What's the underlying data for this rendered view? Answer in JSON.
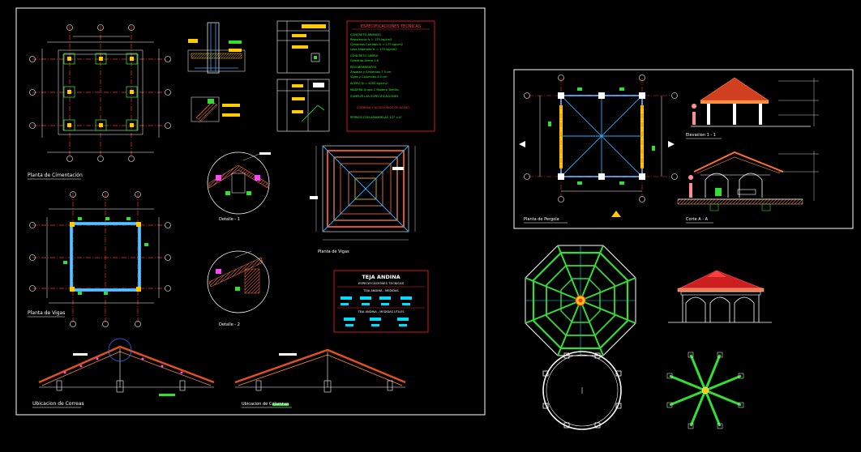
{
  "sheet1": {
    "labels": {
      "planta_cimentacion": "Planta de Cimentación",
      "planta_vigas": "Planta de Vigas",
      "detalle_1": "Detalle - 1",
      "detalle_2": "Detalle - 2",
      "plano_vigas": "Planta de Vigas",
      "ubicacion_correas": "Ubicacion de Correas",
      "ubicacion_columnas": "Ubicacion de Columnas"
    },
    "specs": {
      "title": "ESPECIFICACIONES TECNICAS",
      "lines": [
        "CONCRETO ARMADO",
        "Resistencia fc = 175 kg/cm2",
        "Cimientos Corridos fc = 175 kg/cm2",
        "Losa Aligerada fc = 175 kg/cm2",
        "CONCRETO SIMPLE",
        "Cemento Arena 1:8",
        "RECUBRIMIENTOS",
        "Zapatas y Cimientos 7.5 cm",
        "Vigas y Columnas 4.0 cm",
        "ACERO fy = 4200 kg/cm2",
        "MADERA Grupo C Madera Tornillo",
        "CUMPLIR LAS ESPECIFICACIONES",
        "CORREAS Y ACCESORIOS DE ACERO",
        "PERNOS CON ARANDELAS 1/2\" x 4\""
      ]
    },
    "teja": {
      "title": "TEJA ANDINA",
      "subtitle": "ESPECIFICACIONES TECNICAS",
      "row1": "TEJA ANDINA - MEDIDAS",
      "row2": "TEJA ANDINA - MEDIDAS UTILES"
    }
  },
  "sheet2": {
    "labels": {
      "planta_pergola": "Planta de Pergola",
      "elevacion": "Elevacion 1 - 1",
      "corte": "Corte A - A"
    }
  },
  "colors": {
    "background": "#000000",
    "frame": "#ffffff",
    "grid_red": "#ff3030",
    "wall_yellow": "#ffcc00",
    "green": "#33dd33",
    "cyan": "#00ddff",
    "roof_orange": "#e05020",
    "spec_red": "#ff0000"
  }
}
